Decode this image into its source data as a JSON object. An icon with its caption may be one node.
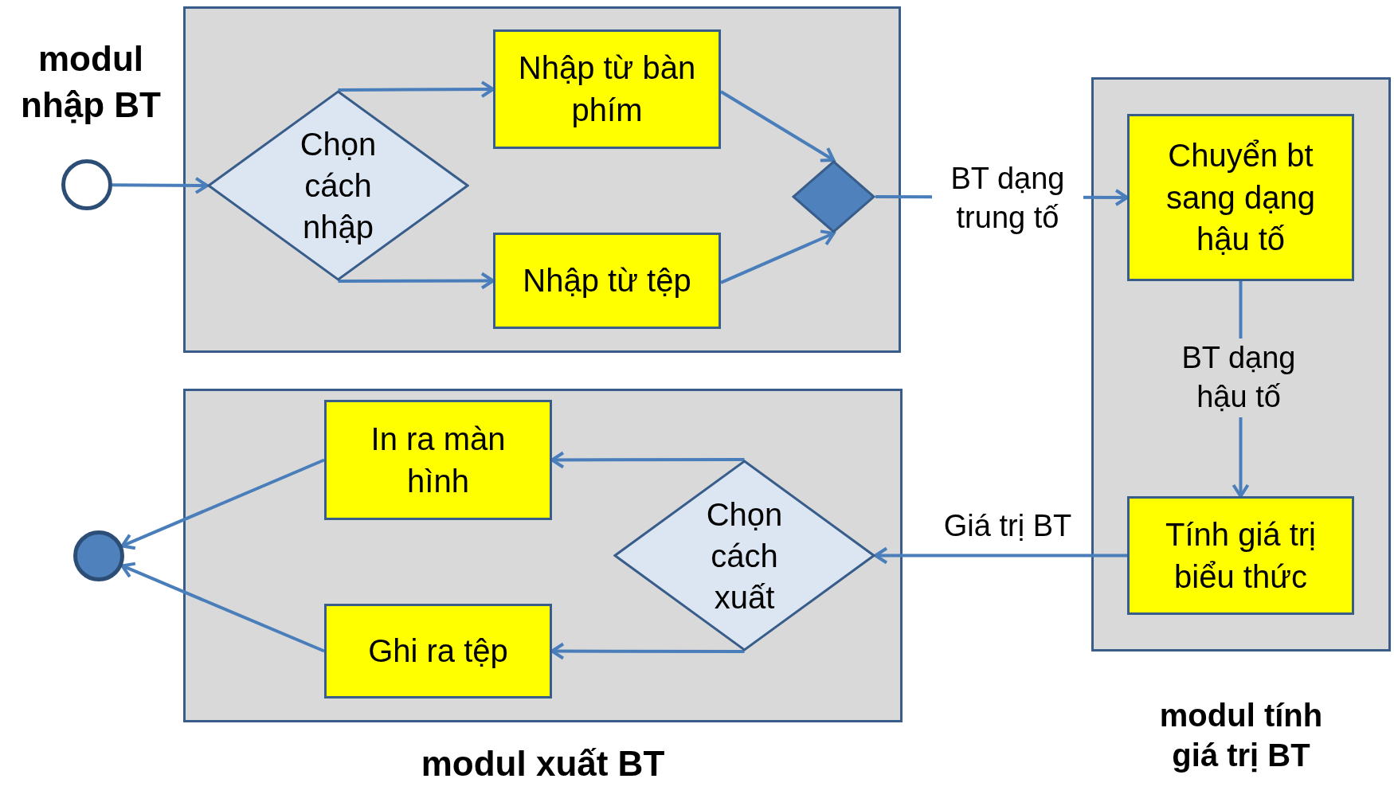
{
  "diagram": {
    "nodes": [
      {
        "text": [
          "modul nhập BT"
        ]
      },
      {
        "text": [],
        "shape": "circle"
      },
      {
        "text": [
          "Chọn cách nhập"
        ],
        "in": 0
      },
      {
        "text": [
          "Nhập từ bàn phím"
        ],
        "in": 0
      },
      {
        "text": [
          "Nhập từ tệp"
        ],
        "in": 0
      },
      {
        "text": [],
        "shape": "diamond",
        "in": 0
      },
      {
        "text": [
          "modul tính giá trị BT"
        ]
      },
      {
        "text": [
          "Chuyển bt sang dạng hậu tố"
        ],
        "in": 6
      },
      {
        "text": [
          "Tính giá trị biểu thức"
        ],
        "in": 6
      },
      {
        "text": [
          "modul xuất BT"
        ]
      },
      {
        "text": [
          "In ra màn hình"
        ],
        "in": 9
      },
      {
        "text": [
          "Chọn cách xuất"
        ],
        "in": 9
      },
      {
        "text": [
          "Ghi ra tệp"
        ],
        "in": 9
      },
      {
        "text": [],
        "shape": "circle"
      }
    ],
    "edges": [
      {
        "from": 1,
        "to": 2,
        "arrow": "to"
      },
      {
        "from": 2,
        "to": 3,
        "arrow": "to"
      },
      {
        "from": 2,
        "to": 4,
        "arrow": "to"
      },
      {
        "from": 3,
        "to": 5,
        "arrow": "to"
      },
      {
        "from": 4,
        "to": 5,
        "arrow": "to"
      },
      {
        "from": 5,
        "to": 7,
        "arrow": "to",
        "label": "BT dạng trung tố"
      },
      {
        "from": 7,
        "to": 8,
        "arrow": "to",
        "label": "BT dạng hậu tố"
      },
      {
        "from": 8,
        "to": 11,
        "arrow": "to",
        "label": "Giá trị BT"
      },
      {
        "from": 11,
        "to": 10,
        "arrow": "to"
      },
      {
        "from": 11,
        "to": 12,
        "arrow": "to"
      },
      {
        "from": 10,
        "to": 13,
        "arrow": "to"
      },
      {
        "from": 12,
        "to": 13,
        "arrow": "to"
      }
    ]
  }
}
